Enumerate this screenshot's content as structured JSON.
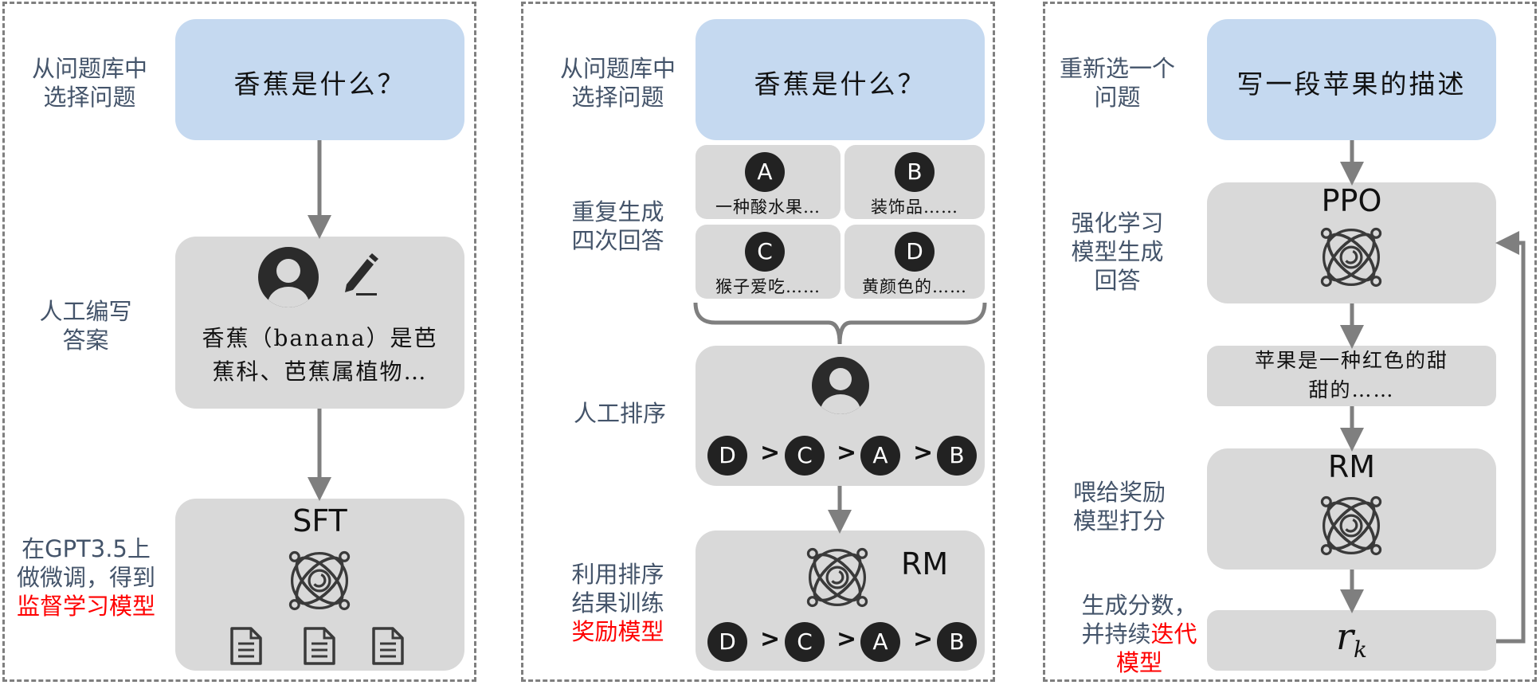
{
  "colors": {
    "blue_box": "#c5d9f0",
    "grey_box": "#d9d9d9",
    "label_text": "#44546a",
    "highlight": "#ff0000",
    "arrow": "#7f7f7f",
    "badge": "#222222"
  },
  "panel1": {
    "step1_label": "从问题库中\n选择问题",
    "question": "香蕉是什么？",
    "step2_label": "人工编写\n答案",
    "answer_line1": "香蕉（banana）是芭",
    "answer_line2": "蕉科、芭蕉属植物…",
    "step3_label_black": "在GPT3.5上\n做微调，得到\n",
    "step3_label_red": "监督学习模型",
    "model_title": "SFT",
    "icons": [
      "user-icon",
      "pen-icon",
      "model-icon",
      "document-icon"
    ]
  },
  "panel2": {
    "step1_label": "从问题库中\n选择问题",
    "question": "香蕉是什么？",
    "step2_label": "重复生成\n四次回答",
    "answers": [
      {
        "letter": "A",
        "text": "一种酸水果…"
      },
      {
        "letter": "B",
        "text": "装饰品……"
      },
      {
        "letter": "C",
        "text": "猴子爱吃……"
      },
      {
        "letter": "D",
        "text": "黄颜色的……"
      }
    ],
    "step3_label": "人工排序",
    "ranking": [
      "D",
      "C",
      "A",
      "B"
    ],
    "ranking_sep": ">",
    "step4_label_black": "利用排序\n结果训练\n",
    "step4_label_red": "奖励模型",
    "model_title": "RM"
  },
  "panel3": {
    "step1_label": "重新选一个\n问题",
    "question": "写一段苹果的描述",
    "step2_label": "强化学习\n模型生成\n回答",
    "ppo_title": "PPO",
    "answer_line1": "苹果是一种红色的甜",
    "answer_line2": "甜的……",
    "step3_label": "喂给奖励\n模型打分",
    "rm_title": "RM",
    "step4_label_black": "生成分数，\n并持续",
    "step4_label_red": "迭代\n模型",
    "reward_symbol": "r",
    "reward_subscript": "k"
  }
}
